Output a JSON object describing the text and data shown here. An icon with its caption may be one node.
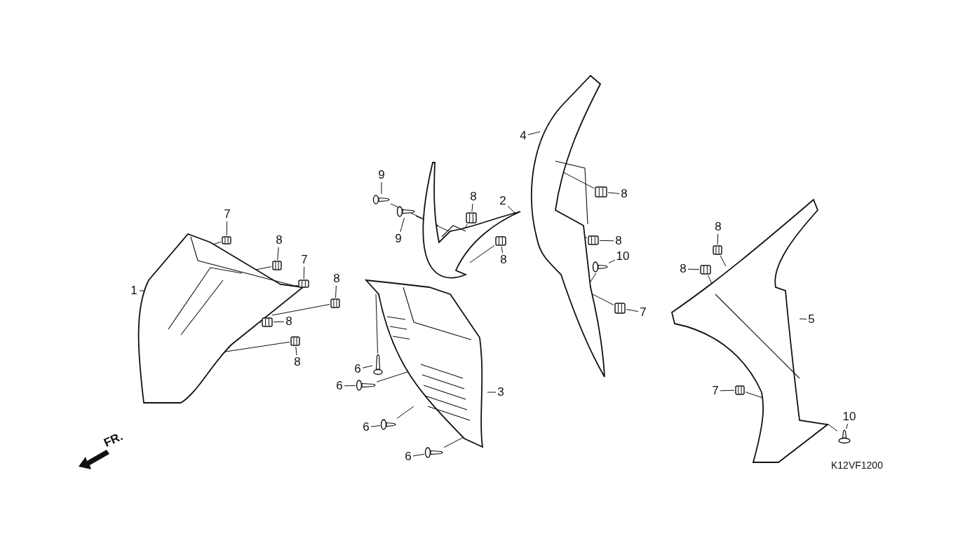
{
  "diagram": {
    "nodes": [
      {
        "text": [
          "1"
        ]
      },
      {
        "text": [],
        "shape": "picture"
      },
      {
        "text": [
          "7"
        ]
      },
      {
        "text": [],
        "shape": "picture"
      },
      {
        "text": [
          "8"
        ]
      },
      {
        "text": [],
        "shape": "picture"
      },
      {
        "text": [
          "7"
        ]
      },
      {
        "text": [],
        "shape": "picture"
      },
      {
        "text": [
          "8"
        ]
      },
      {
        "text": [],
        "shape": "picture"
      },
      {
        "text": [
          "8"
        ]
      },
      {
        "text": [],
        "shape": "picture"
      },
      {
        "text": [
          "8"
        ]
      },
      {
        "text": [],
        "shape": "picture"
      },
      {
        "text": [
          "9"
        ]
      },
      {
        "text": [],
        "shape": "picture"
      },
      {
        "text": [
          "9"
        ]
      },
      {
        "text": [],
        "shape": "picture"
      },
      {
        "text": [],
        "shape": "picture"
      },
      {
        "text": [
          "2"
        ]
      },
      {
        "text": [
          "8"
        ]
      },
      {
        "text": [],
        "shape": "picture"
      },
      {
        "text": [
          "8"
        ]
      },
      {
        "text": [],
        "shape": "picture"
      },
      {
        "text": [
          "3"
        ]
      },
      {
        "text": [],
        "shape": "picture"
      },
      {
        "text": [
          "6"
        ]
      },
      {
        "text": [],
        "shape": "picture"
      },
      {
        "text": [
          "6"
        ]
      },
      {
        "text": [],
        "shape": "picture"
      },
      {
        "text": [
          "6"
        ]
      },
      {
        "text": [],
        "shape": "picture"
      },
      {
        "text": [
          "6"
        ]
      },
      {
        "text": [],
        "shape": "picture"
      },
      {
        "text": [
          "4"
        ]
      },
      {
        "text": [],
        "shape": "picture"
      },
      {
        "text": [
          "8"
        ]
      },
      {
        "text": [],
        "shape": "picture"
      },
      {
        "text": [
          "8"
        ]
      },
      {
        "text": [],
        "shape": "picture"
      },
      {
        "text": [
          "10"
        ]
      },
      {
        "text": [],
        "shape": "picture"
      },
      {
        "text": [
          "7"
        ]
      },
      {
        "text": [],
        "shape": "picture"
      },
      {
        "text": [
          "5"
        ]
      },
      {
        "text": [],
        "shape": "picture"
      },
      {
        "text": [
          "8"
        ]
      },
      {
        "text": [],
        "shape": "picture"
      },
      {
        "text": [
          "8"
        ]
      },
      {
        "text": [],
        "shape": "picture"
      },
      {
        "text": [
          "7"
        ]
      },
      {
        "text": [],
        "shape": "picture"
      },
      {
        "text": [
          "10"
        ]
      },
      {
        "text": [],
        "shape": "picture"
      }
    ],
    "edges": [
      {
        "from": 0,
        "to": 1,
        "arrow": "none"
      },
      {
        "from": 2,
        "to": 3,
        "arrow": "none"
      },
      {
        "from": 3,
        "to": 1,
        "arrow": "none"
      },
      {
        "from": 4,
        "to": 5,
        "arrow": "none"
      },
      {
        "from": 5,
        "to": 1,
        "arrow": "none"
      },
      {
        "from": 6,
        "to": 7,
        "arrow": "none"
      },
      {
        "from": 7,
        "to": 1,
        "arrow": "none"
      },
      {
        "from": 8,
        "to": 9,
        "arrow": "none"
      },
      {
        "from": 9,
        "to": 1,
        "arrow": "none"
      },
      {
        "from": 10,
        "to": 11,
        "arrow": "none"
      },
      {
        "from": 11,
        "to": 1,
        "arrow": "none"
      },
      {
        "from": 12,
        "to": 13,
        "arrow": "none"
      },
      {
        "from": 13,
        "to": 1,
        "arrow": "none"
      },
      {
        "from": 14,
        "to": 15,
        "arrow": "none"
      },
      {
        "from": 15,
        "to": 18,
        "arrow": "none"
      },
      {
        "from": 16,
        "to": 17,
        "arrow": "none"
      },
      {
        "from": 17,
        "to": 18,
        "arrow": "none"
      },
      {
        "from": 19,
        "to": 18,
        "arrow": "none"
      },
      {
        "from": 20,
        "to": 21,
        "arrow": "none"
      },
      {
        "from": 21,
        "to": 18,
        "arrow": "none"
      },
      {
        "from": 22,
        "to": 23,
        "arrow": "none"
      },
      {
        "from": 23,
        "to": 18,
        "arrow": "none"
      },
      {
        "from": 24,
        "to": 25,
        "arrow": "none"
      },
      {
        "from": 26,
        "to": 27,
        "arrow": "none"
      },
      {
        "from": 27,
        "to": 25,
        "arrow": "none"
      },
      {
        "from": 28,
        "to": 29,
        "arrow": "none"
      },
      {
        "from": 29,
        "to": 25,
        "arrow": "none"
      },
      {
        "from": 30,
        "to": 31,
        "arrow": "none"
      },
      {
        "from": 31,
        "to": 25,
        "arrow": "none"
      },
      {
        "from": 32,
        "to": 33,
        "arrow": "none"
      },
      {
        "from": 33,
        "to": 25,
        "arrow": "none"
      },
      {
        "from": 34,
        "to": 35,
        "arrow": "none"
      },
      {
        "from": 36,
        "to": 37,
        "arrow": "none"
      },
      {
        "from": 37,
        "to": 35,
        "arrow": "none"
      },
      {
        "from": 38,
        "to": 39,
        "arrow": "none"
      },
      {
        "from": 39,
        "to": 35,
        "arrow": "none"
      },
      {
        "from": 40,
        "to": 41,
        "arrow": "none"
      },
      {
        "from": 41,
        "to": 35,
        "arrow": "none"
      },
      {
        "from": 42,
        "to": 43,
        "arrow": "none"
      },
      {
        "from": 43,
        "to": 35,
        "arrow": "none"
      },
      {
        "from": 44,
        "to": 45,
        "arrow": "none"
      },
      {
        "from": 46,
        "to": 47,
        "arrow": "none"
      },
      {
        "from": 47,
        "to": 45,
        "arrow": "none"
      },
      {
        "from": 48,
        "to": 49,
        "arrow": "none"
      },
      {
        "from": 49,
        "to": 45,
        "arrow": "none"
      },
      {
        "from": 50,
        "to": 51,
        "arrow": "none"
      },
      {
        "from": 51,
        "to": 45,
        "arrow": "none"
      },
      {
        "from": 52,
        "to": 53,
        "arrow": "none"
      },
      {
        "from": 53,
        "to": 45,
        "arrow": "none"
      }
    ],
    "labels": [
      "FR.",
      "K12VF1200"
    ]
  }
}
